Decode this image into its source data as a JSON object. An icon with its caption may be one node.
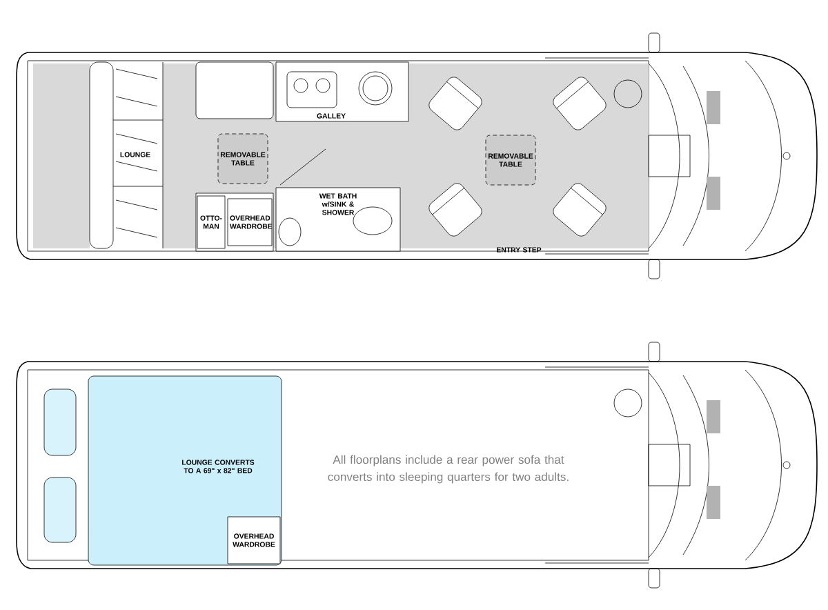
{
  "diagram": {
    "nodes": [
      {
        "text": [
          "REMOVABLE TABLE"
        ]
      },
      {
        "text": [
          "OTTO-MAN"
        ]
      },
      {
        "text": [
          "OVERHEAD WARDROBE"
        ]
      },
      {
        "text": [
          "REMOVABLE TABLE"
        ]
      },
      {
        "text": [
          "LOUNGE CONVERTS TO A 69\" x 82\" BED"
        ]
      },
      {
        "text": [
          "OVERHEAD WARDROBE"
        ],
        "in": 4
      }
    ],
    "labels": [
      "LOUNGE",
      "GALLEY",
      "WET BATH w/SINK & SHOWER",
      "ENTRY STEP",
      "All floorplans include a rear power sofa that converts into sleeping quarters for two adults."
    ]
  }
}
